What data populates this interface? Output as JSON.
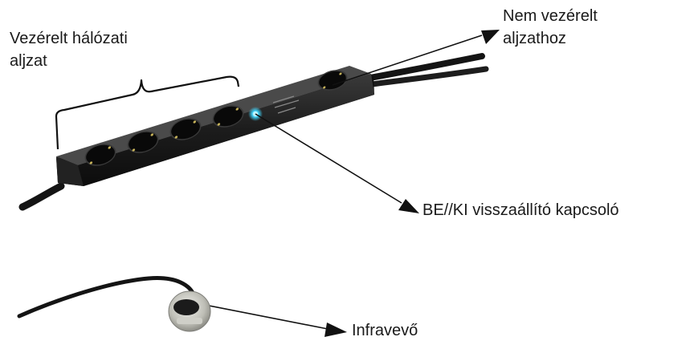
{
  "labels": {
    "controlled_sockets": [
      "Vezérelt hálózati",
      "aljzat"
    ],
    "uncontrolled_socket": [
      "Nem vezérelt",
      "aljzathoz"
    ],
    "reset_switch": "BE//KI visszaállító kapcsoló",
    "ir_receiver": "Infravevő"
  },
  "colors": {
    "strip_body": "#1b1b1b",
    "led": "#3fd7ff",
    "cable": "#141414",
    "text": "#1a1a1a"
  }
}
